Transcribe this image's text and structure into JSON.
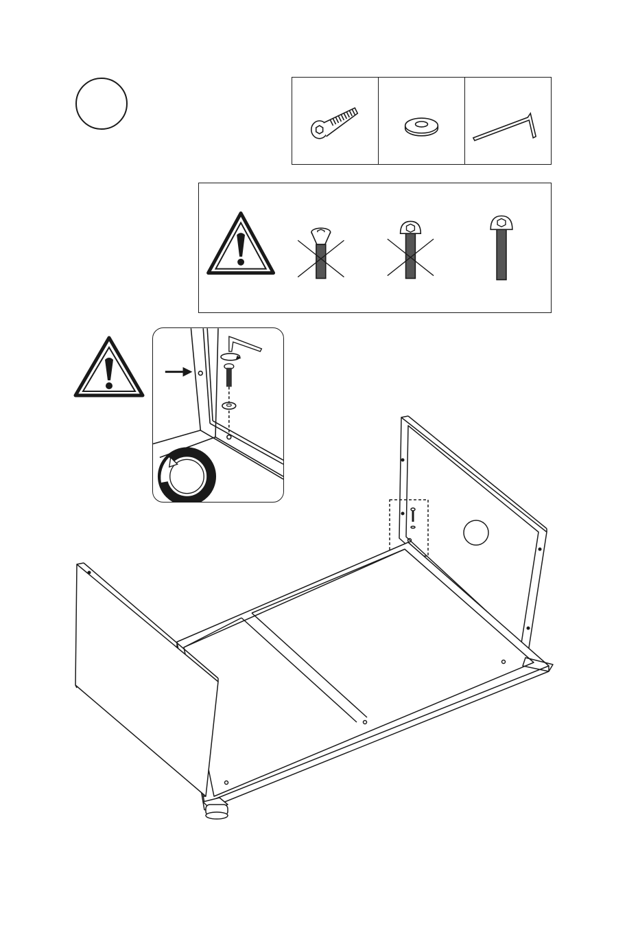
{
  "page": {
    "type": "assembly-instruction",
    "background": "#ffffff",
    "ink": "#1a1a1a"
  },
  "step": {
    "number": ""
  },
  "hardware": [
    {
      "part": "hex-socket-bolt-icon"
    },
    {
      "part": "washer-icon"
    },
    {
      "part": "allen-key-icon"
    }
  ],
  "screw_check": [
    {
      "icon": "countersunk-screw-icon",
      "status": "wrong"
    },
    {
      "icon": "button-head-screw-icon",
      "status": "wrong"
    },
    {
      "icon": "pan-head-screw-icon",
      "status": "correct"
    }
  ],
  "callout": {
    "icon": "warning-icon"
  },
  "diagram": {
    "part_marker": ""
  }
}
